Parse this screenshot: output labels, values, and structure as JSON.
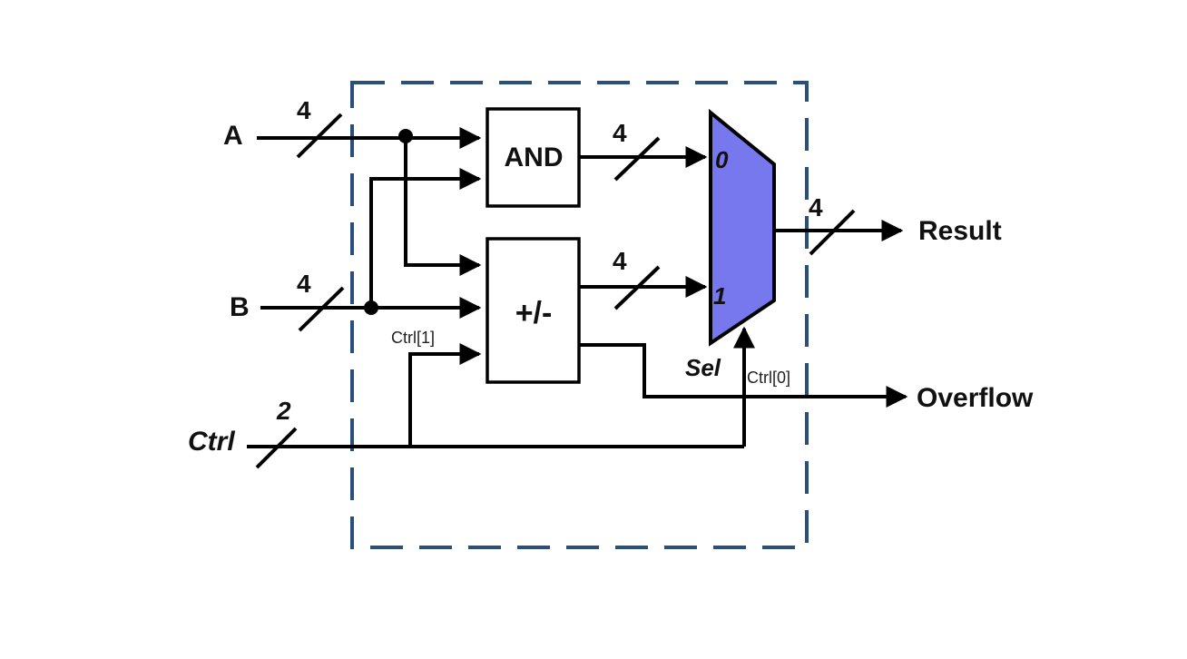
{
  "inputs": {
    "a": "A",
    "b": "B",
    "ctrl": "Ctrl"
  },
  "outputs": {
    "result": "Result",
    "overflow": "Overflow"
  },
  "blocks": {
    "and": "AND",
    "addsub": "+/-"
  },
  "mux": {
    "in0": "0",
    "in1": "1",
    "sel": "Sel"
  },
  "buses": {
    "a_width": "4",
    "b_width": "4",
    "ctrl_width": "2",
    "and_out_width": "4",
    "addsub_out_width": "4",
    "result_width": "4"
  },
  "signals": {
    "ctrl1": "Ctrl[1]",
    "ctrl0": "Ctrl[0]"
  },
  "colors": {
    "mux_fill": "#7777ee",
    "boundary": "#2a4f7a",
    "wire": "#000000"
  }
}
